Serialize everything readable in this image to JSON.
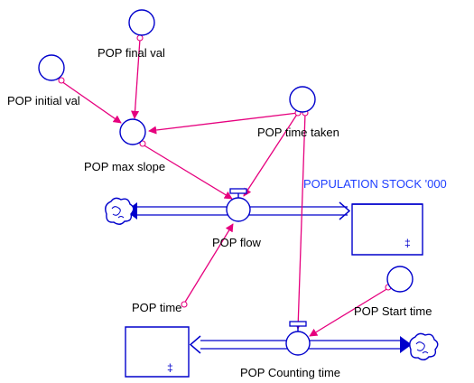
{
  "colors": {
    "structure": "#0000cc",
    "connector": "#e6007e",
    "label": "#000000",
    "stock_label": "#1f3fff"
  },
  "diagram": {
    "type": "stock-and-flow",
    "auxiliaries": [
      {
        "id": "final",
        "label": "POP final val"
      },
      {
        "id": "initial",
        "label": "POP initial val"
      },
      {
        "id": "slope",
        "label": "POP max slope"
      },
      {
        "id": "taken",
        "label": "POP time taken"
      },
      {
        "id": "time",
        "label": "POP time"
      },
      {
        "id": "start",
        "label": "POP Start time"
      }
    ],
    "stocks": [
      {
        "id": "pop_stock",
        "label": "POPULATION STOCK '000"
      },
      {
        "id": "count_stock",
        "label": ""
      }
    ],
    "flows": [
      {
        "id": "pop_flow",
        "label": "POP flow"
      },
      {
        "id": "count_flow",
        "label": "POP Counting time"
      }
    ],
    "sources_sinks": [
      {
        "id": "cloud_left",
        "icon": "cloud-icon"
      },
      {
        "id": "cloud_right",
        "icon": "cloud-icon"
      }
    ],
    "connectors": [
      {
        "from": "final",
        "to": "slope"
      },
      {
        "from": "initial",
        "to": "slope"
      },
      {
        "from": "taken",
        "to": "slope"
      },
      {
        "from": "slope",
        "to": "pop_flow"
      },
      {
        "from": "taken",
        "to": "pop_flow"
      },
      {
        "from": "time",
        "to": "pop_flow"
      },
      {
        "from": "taken",
        "to": "count_flow"
      },
      {
        "from": "start",
        "to": "count_flow"
      }
    ]
  }
}
